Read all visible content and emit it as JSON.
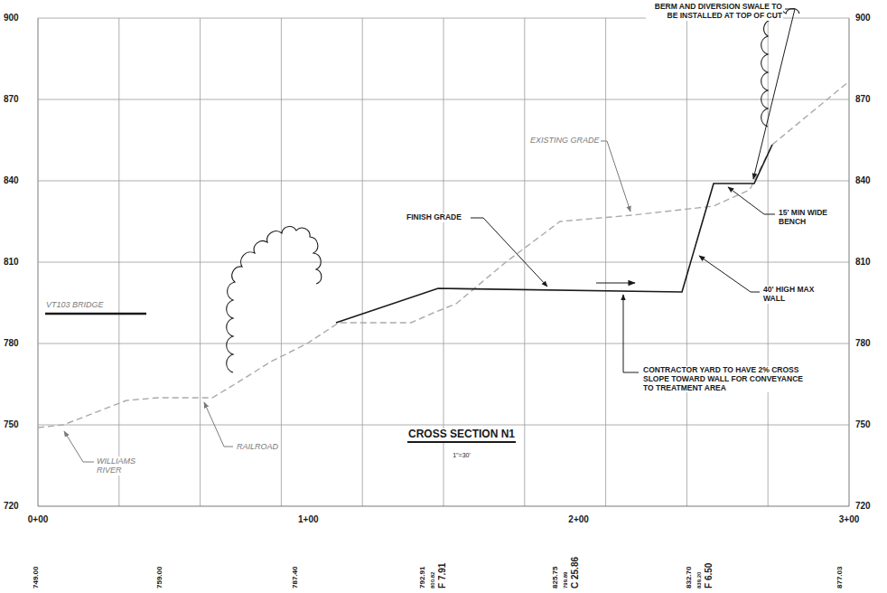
{
  "diagram": {
    "title": "CROSS SECTION N1",
    "labels": [
      "900",
      "870",
      "840",
      "810",
      "780",
      "750",
      "720",
      "900",
      "870",
      "840",
      "810",
      "780",
      "750",
      "720",
      "0+00",
      "1+00",
      "2+00",
      "3+00",
      "749.00",
      "759.00",
      "787.40",
      "792.91",
      "800.82",
      "F 7.91",
      "825.75",
      "799.89",
      "C 25.86",
      "832.70",
      "839.20",
      "F 6.50",
      "877.03",
      "BERM AND DIVERSION SWALE TO BE INSTALLED AT TOP OF CUT",
      "EXISTING GRADE",
      "FINISH GRADE",
      "15' MIN WIDE BENCH",
      "40' HIGH MAX WALL",
      "CONTRACTOR YARD TO HAVE 2% CROSS SLOPE TOWARD WALL FOR CONVEYANCE TO TREATMENT AREA",
      "VT103 BRIDGE",
      "RAILROAD",
      "WILLIAMS RIVER",
      "1\"=30'"
    ]
  }
}
